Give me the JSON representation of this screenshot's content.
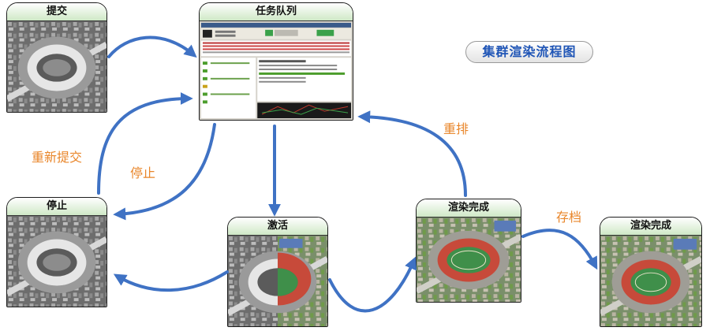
{
  "title": "集群渲染流程图",
  "nodes": {
    "submit": "提交",
    "queue": "任务队列",
    "stop": "停止",
    "activate": "激活",
    "render_done_mid": "渲染完成",
    "render_done_right": "渲染完成"
  },
  "edges": {
    "resubmit": "重新提交",
    "stop": "停止",
    "requeue": "重排",
    "archive": "存档"
  },
  "colors": {
    "arrow": "#3f72c4",
    "label": "#e9862a",
    "title": "#1f55b6",
    "header_bg": "#cfe8c6"
  }
}
